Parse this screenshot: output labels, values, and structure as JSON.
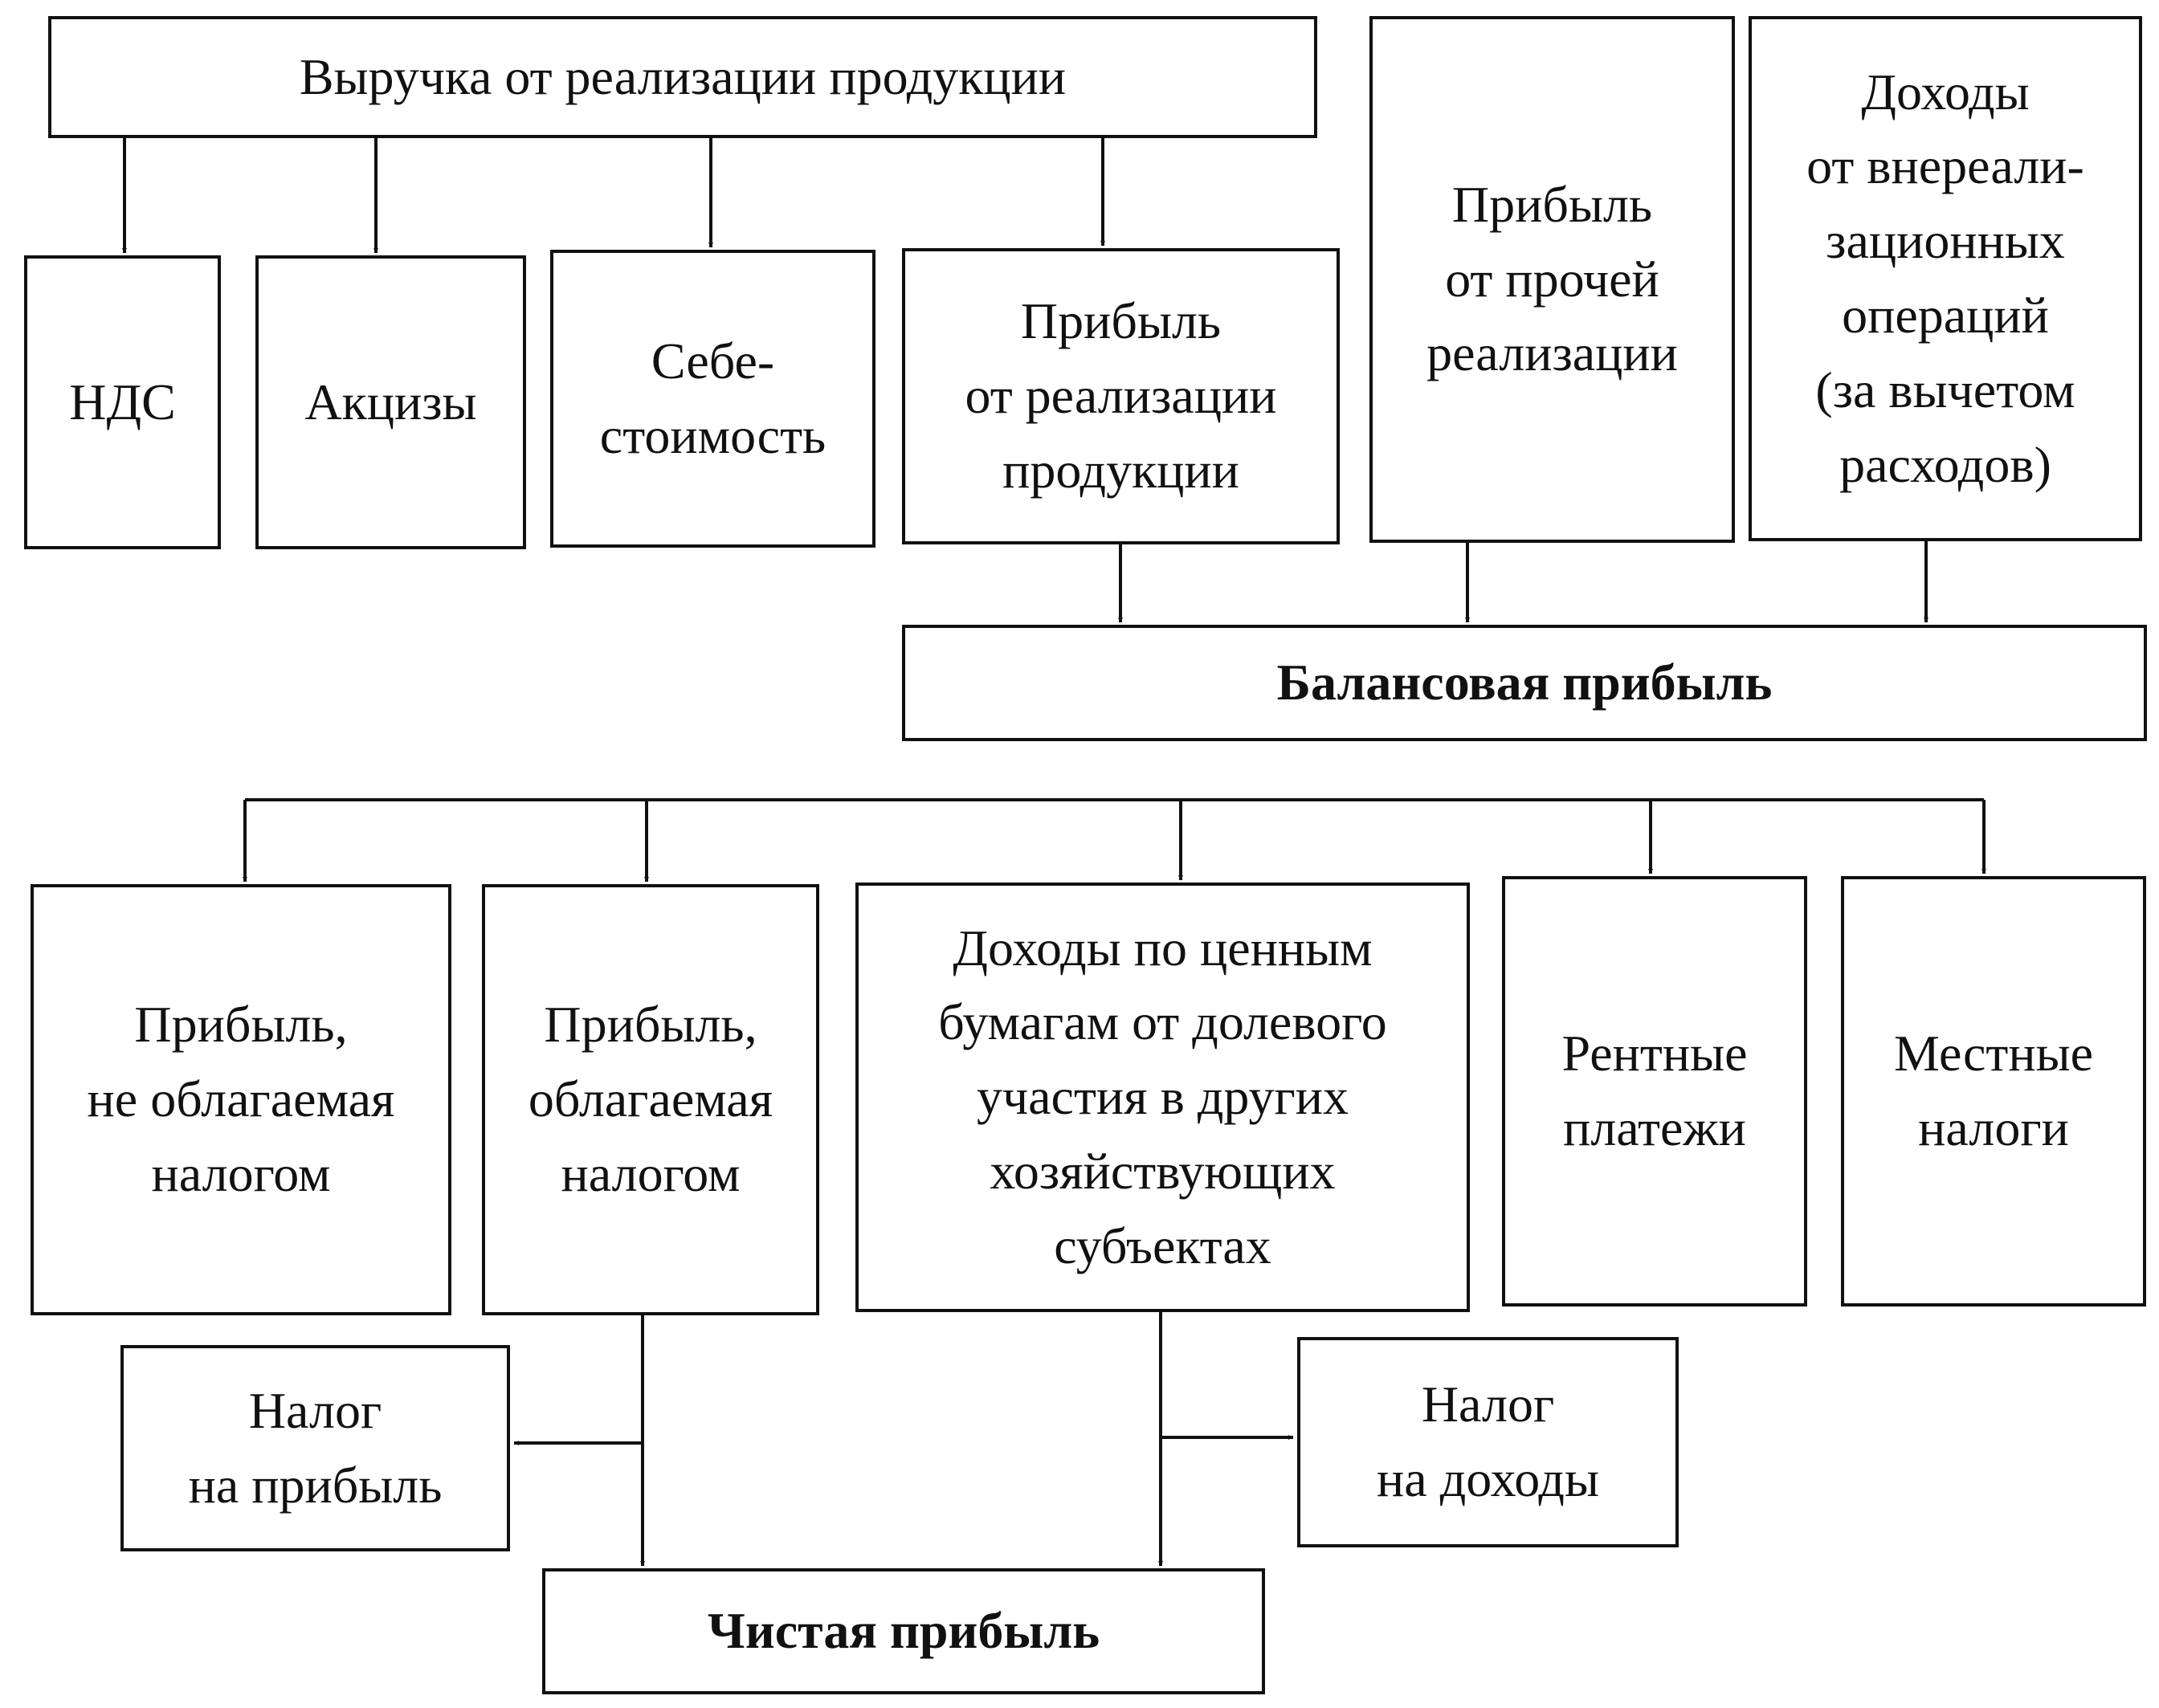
{
  "boxes": {
    "revenue": "Выручка от реализации продукции",
    "vat": "НДС",
    "excise": "Акцизы",
    "cost": "Себе-\nстоимость",
    "sales_profit": "Прибыль\nот реализации\nпродукции",
    "other_profit": "Прибыль\nот прочей\nреализации",
    "nonsales_income": "Доходы\nот внереали-\nзационных\nопераций\n(за вычетом\nрасходов)",
    "balance_profit": "Балансовая прибыль",
    "untaxed_profit": "Прибыль,\nне облагаемая\nналогом",
    "taxed_profit": "Прибыль,\nоблагаемая\nналогом",
    "securities_income": "Доходы по ценным\nбумагам от долевого\nучастия в других\nхозяйствующих\nсубъектах",
    "rent": "Рентные\nплатежи",
    "local_taxes": "Местные\nналоги",
    "profit_tax": "Налог\nна прибыль",
    "income_tax": "Налог\nна доходы",
    "net_profit": "Чистая прибыль"
  }
}
